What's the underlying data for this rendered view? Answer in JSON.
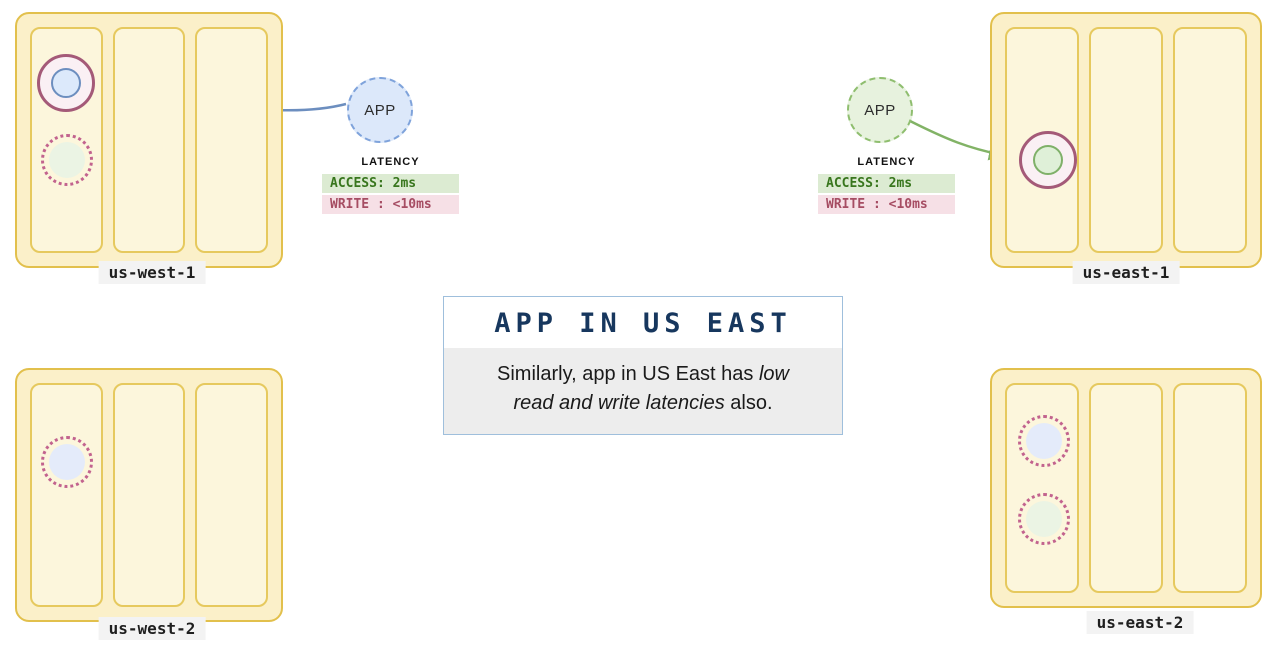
{
  "regions": [
    {
      "label": "us-west-1"
    },
    {
      "label": "us-east-1"
    },
    {
      "label": "us-west-2"
    },
    {
      "label": "us-east-2"
    }
  ],
  "apps": {
    "west": {
      "label": "APP",
      "latency_title": "LATENCY",
      "access": "ACCESS: 2ms",
      "write": "WRITE : <10ms"
    },
    "east": {
      "label": "APP",
      "latency_title": "LATENCY",
      "access": "ACCESS: 2ms",
      "write": "WRITE : <10ms"
    }
  },
  "callout": {
    "title": "APP IN US EAST",
    "line1": {
      "regular": "Similarly, app in US East has ",
      "italic": "low"
    },
    "line2": {
      "italic": "read and write latencies",
      "regular": " also."
    }
  },
  "colors": {
    "region_fill": "#FBF0C9",
    "region_border": "#E2C04C",
    "app_west_border": "#7FA3DB",
    "app_east_border": "#8FBE6F",
    "arrow_west": "#6C8EBF",
    "arrow_east": "#82B366",
    "replica_ring": "#A45A78",
    "replica_dotted_ring": "#C2638E",
    "access_badge_bg": "#DCEBD2",
    "access_badge_text": "#38761D",
    "write_badge_bg": "#F6E0E6",
    "write_badge_text": "#A64D63",
    "callout_title_color": "#17375E"
  }
}
